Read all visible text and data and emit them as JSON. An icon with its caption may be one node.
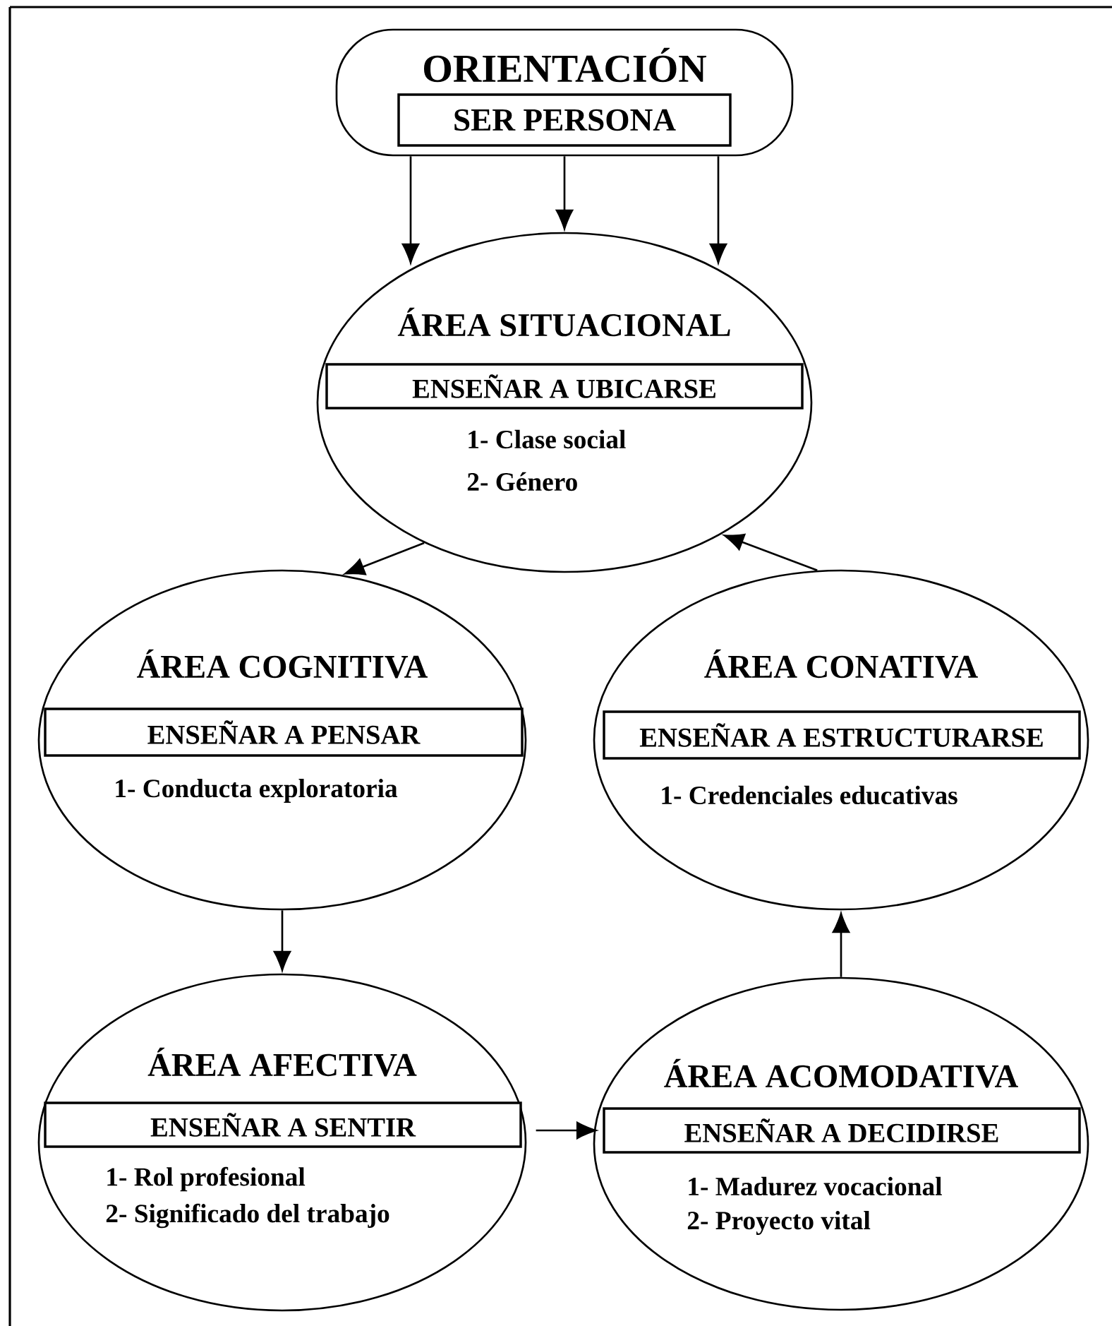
{
  "diagram": {
    "nodes": [
      {
        "text": [
          "ORIENTACIÓN"
        ]
      },
      {
        "text": [
          "SER PERSONA"
        ],
        "in": 0
      },
      {
        "text": [
          "ÁREA SITUACIONAL",
          "1- Clase social",
          "2- Género"
        ]
      },
      {
        "text": [
          "ENSEÑAR A UBICARSE"
        ],
        "in": 2
      },
      {
        "text": [
          "ÁREA COGNITIVA",
          "1- Conducta exploratoria"
        ]
      },
      {
        "text": [
          "ENSEÑAR A PENSAR"
        ],
        "in": 4
      },
      {
        "text": [
          "ÁREA CONATIVA",
          "1- Credenciales educativas"
        ]
      },
      {
        "text": [
          "ENSEÑAR A ESTRUCTURARSE"
        ],
        "in": 6
      },
      {
        "text": [
          "ÁREA AFECTIVA",
          "1- Rol profesional",
          "2- Significado del trabajo"
        ]
      },
      {
        "text": [
          "ENSEÑAR A SENTIR"
        ],
        "in": 8
      },
      {
        "text": [
          "ÁREA ACOMODATIVA",
          "1- Madurez vocacional",
          "2- Proyecto vital"
        ]
      },
      {
        "text": [
          "ENSEÑAR A DECIDIRSE"
        ],
        "in": 10
      }
    ],
    "edges": [
      {
        "from": 0,
        "to": 2,
        "arrow": "to"
      },
      {
        "from": 0,
        "to": 2,
        "arrow": "to"
      },
      {
        "from": 0,
        "to": 2,
        "arrow": "to"
      },
      {
        "from": 2,
        "to": 4,
        "arrow": "to"
      },
      {
        "from": 4,
        "to": 8,
        "arrow": "to"
      },
      {
        "from": 8,
        "to": 11,
        "arrow": "to"
      },
      {
        "from": 10,
        "to": 6,
        "arrow": "to"
      },
      {
        "from": 6,
        "to": 2,
        "arrow": "to"
      }
    ]
  }
}
